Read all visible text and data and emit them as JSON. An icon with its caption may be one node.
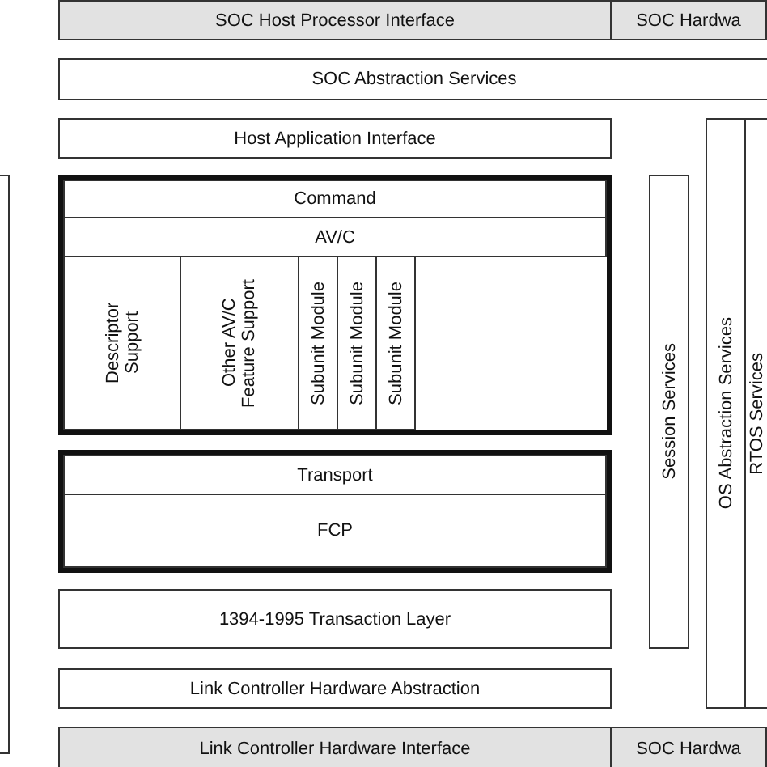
{
  "diagram": {
    "nodes": [
      {
        "text": [
          "SOC Host Processor Interface"
        ]
      },
      {
        "text": [
          "SOC Hardwa"
        ]
      },
      {
        "text": [
          "SOC Abstraction Services"
        ]
      },
      {
        "text": [
          "Host Application Interface"
        ]
      },
      {
        "text": [],
        "shape": "box"
      },
      {
        "text": [],
        "shape": "box"
      },
      {
        "text": [
          "Command"
        ],
        "in": 5
      },
      {
        "text": [
          "AV/C"
        ],
        "in": 5
      },
      {
        "text": [
          "Descriptor Support"
        ],
        "in": 5
      },
      {
        "text": [
          "Other AV/C Feature Support"
        ],
        "in": 5
      },
      {
        "text": [
          "Subunit Module"
        ],
        "in": 5
      },
      {
        "text": [
          "Subunit Module"
        ],
        "in": 5
      },
      {
        "text": [
          "Subunit Module"
        ],
        "in": 5
      },
      {
        "text": [],
        "shape": "box"
      },
      {
        "text": [
          "Transport"
        ],
        "in": 13
      },
      {
        "text": [
          "FCP"
        ],
        "in": 13
      },
      {
        "text": [
          "Session Services"
        ]
      },
      {
        "text": [
          "OS Abstraction Services"
        ]
      },
      {
        "text": [
          "RTOS Services"
        ]
      },
      {
        "text": [
          "1394-1995 Transaction Layer"
        ]
      },
      {
        "text": [
          "Link Controller Hardware Abstraction"
        ]
      },
      {
        "text": [
          "Link Controller Hardware Interface"
        ]
      },
      {
        "text": [
          "SOC Hardwa"
        ]
      }
    ],
    "edges": []
  }
}
